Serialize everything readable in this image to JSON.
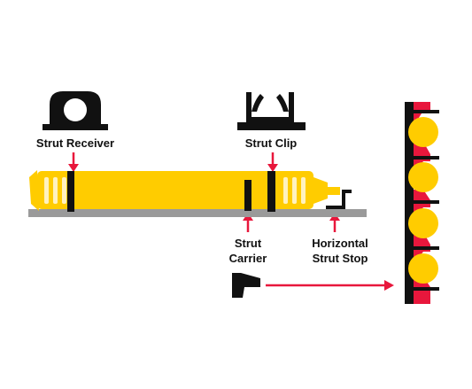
{
  "labels": {
    "strut_receiver": "Strut Receiver",
    "strut_clip": "Strut Clip",
    "strut_carrier_line1": "Strut",
    "strut_carrier_line2": "Carrier",
    "horizontal_stop_line1": "Horizontal",
    "horizontal_stop_line2": "Strut Stop"
  },
  "colors": {
    "strut_yellow": "#FFCC00",
    "arrow_red": "#E8173C",
    "part_black": "#111111",
    "rail_gray": "#9A9A9A"
  },
  "icons": {
    "receiver": "strut-receiver-icon",
    "clip": "strut-clip-icon",
    "carrier": "strut-carrier-icon",
    "rack": "strut-rack-icon"
  }
}
